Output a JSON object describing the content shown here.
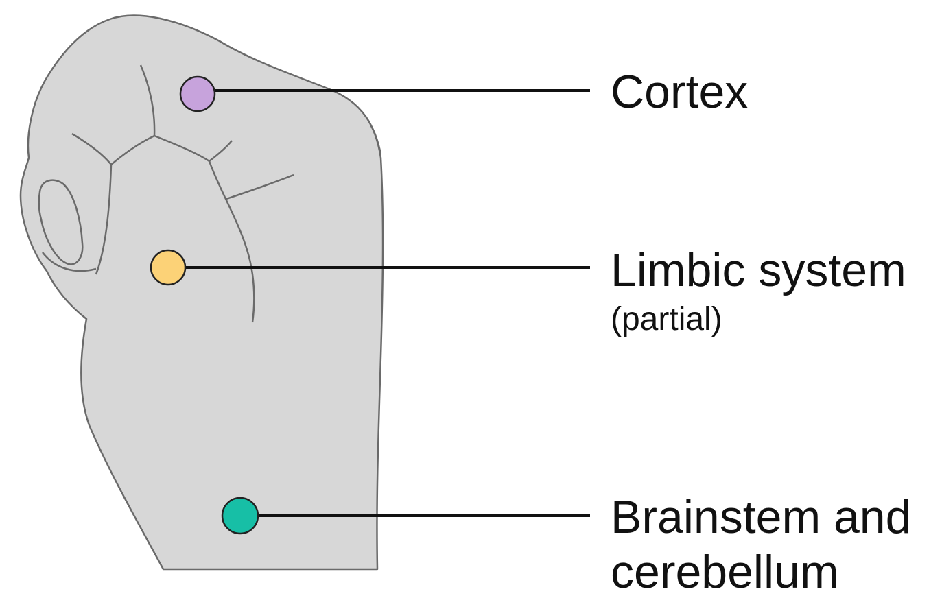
{
  "labels": {
    "cortex": "Cortex",
    "limbic": "Limbic system",
    "limbic_note": "(partial)",
    "brainstem_line1": "Brainstem and",
    "brainstem_line2": "cerebellum"
  },
  "colors": {
    "hand_fill": "#d7d7d7",
    "hand_outline": "#6a6a6a",
    "leader_line": "#111111",
    "cortex_marker": "#c7a3dc",
    "limbic_marker": "#fcd277",
    "brainstem_marker": "#17bfa6"
  }
}
